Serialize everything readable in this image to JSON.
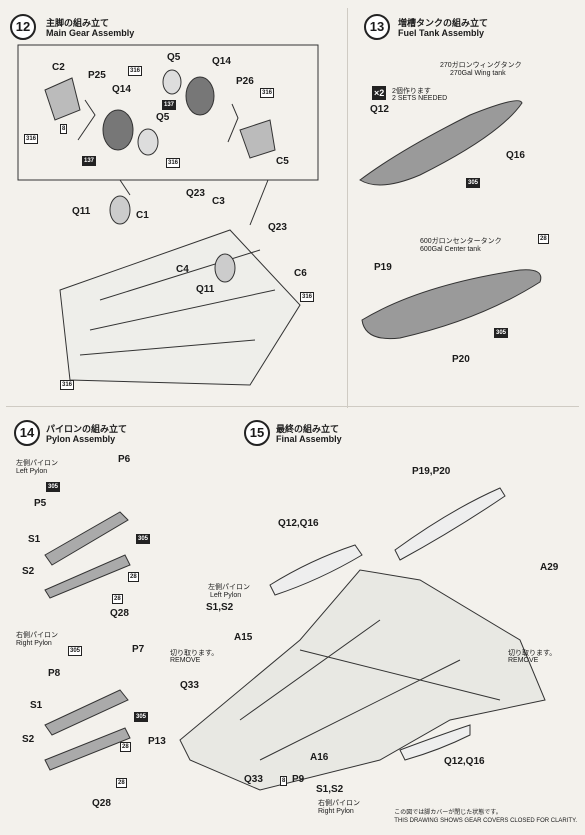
{
  "step12": {
    "num": "12",
    "jp": "主脚の組み立て",
    "en": "Main Gear Assembly"
  },
  "step13": {
    "num": "13",
    "jp": "増槽タンクの組み立て",
    "en": "Fuel Tank Assembly"
  },
  "step14": {
    "num": "14",
    "jp": "パイロンの組み立て",
    "en": "Pylon Assembly"
  },
  "step15": {
    "num": "15",
    "jp": "最終の組み立て",
    "en": "Final Assembly"
  },
  "s12": {
    "C2": "C2",
    "P25": "P25",
    "Q14a": "Q14",
    "Q5a": "Q5",
    "Q5b": "Q5",
    "Q14b": "Q14",
    "P26": "P26",
    "C5": "C5",
    "Q11a": "Q11",
    "C1": "C1",
    "Q23a": "Q23",
    "C3": "C3",
    "Q23b": "Q23",
    "C4": "C4",
    "Q11b": "Q11",
    "C6": "C6"
  },
  "s13": {
    "wing_jp": "270ガロンウィングタンク",
    "wing_en": "270Gal Wing tank",
    "x2": "×2",
    "x2_note_jp": "2個作ります",
    "x2_note_en": "2 SETS NEEDED",
    "Q12": "Q12",
    "Q16": "Q16",
    "center_jp": "600ガロンセンタータンク",
    "center_en": "600Gal Center tank",
    "P19": "P19",
    "P20": "P20"
  },
  "s14": {
    "left_jp": "左側パイロン",
    "left_en": "Left Pylon",
    "P6": "P6",
    "P5": "P5",
    "S1a": "S1",
    "S2a": "S2",
    "Q28a": "Q28",
    "right_jp": "右側パイロン",
    "right_en": "Right Pylon",
    "P7": "P7",
    "P8": "P8",
    "S1b": "S1",
    "S2b": "S2",
    "Q28b": "Q28"
  },
  "s15": {
    "P19P20": "P19,P20",
    "Q12Q16a": "Q12,Q16",
    "left_jp": "左側パイロン",
    "left_en": "Left Pylon",
    "S1S2a": "S1,S2",
    "A29": "A29",
    "A15": "A15",
    "cut_jp": "切り取ります。",
    "cut_en": "REMOVE",
    "Q33a": "Q33",
    "P13": "P13",
    "A16": "A16",
    "Q33b": "Q33",
    "P9": "P9",
    "S1S2b": "S1,S2",
    "right_jp": "右側パイロン",
    "right_en": "Right Pylon",
    "Q12Q16b": "Q12,Q16",
    "cut2_jp": "切り取ります。",
    "cut2_en": "REMOVE"
  },
  "tags": {
    "t316": "316",
    "t305": "305",
    "t137": "137",
    "t8": "8",
    "t28": "28"
  },
  "note": {
    "jp": "この図では脚カバーが閉じた状態です。",
    "en": "THIS DRAWING SHOWS GEAR COVERS CLOSED FOR CLARITY."
  }
}
